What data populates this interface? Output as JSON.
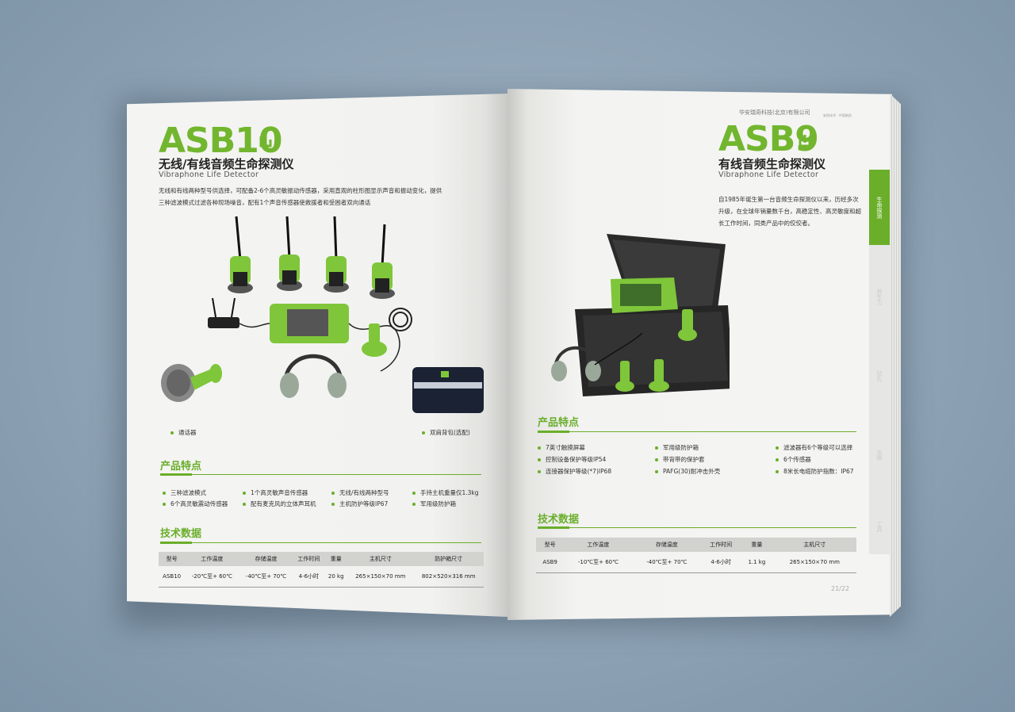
{
  "left": {
    "model": "ASB10",
    "title_cn": "无线/有线音频生命探测仪",
    "title_en": "Vibraphone Life Detector",
    "description_1": "无线和有线两种型号供选择，可配备2-6个高灵敏振动传感器，采用直观的柱形图显示声音和振动变化，提供",
    "description_2": "三种滤波模式过滤各种现场噪音，配有1个声音传感器使救援者和受困者双向通话",
    "captions": {
      "handset": "通话器",
      "backpack": "双肩背包(选配)"
    },
    "features_title": "产品特点",
    "features": [
      "三种滤波模式",
      "6个高灵敏震动传感器",
      "1个高灵敏声音传感器",
      "配有麦克风的立体声耳机",
      "无线/有线两种型号",
      "主机防护等级IP67",
      "手持主机重量仅1.3kg",
      "军用级防护箱"
    ],
    "specs_title": "技术数据",
    "spec_headers": [
      "型号",
      "工作温度",
      "存储温度",
      "工作时间",
      "重量",
      "主机尺寸",
      "防护箱尺寸"
    ],
    "spec_row": [
      "ASB10",
      "-20℃至+ 60℃",
      "-40℃至+ 70℃",
      "4-6小时",
      "20 kg",
      "265×150×70 mm",
      "802×520×316 mm"
    ]
  },
  "right": {
    "company": "华安瑞奇科技(北京)有限公司",
    "company_tag": "安防技术 · 中国制造",
    "model": "ASB9",
    "title_cn": "有线音频生命探测仪",
    "title_en": "Vibraphone Life Detector",
    "description": [
      "自1985年诞生第一台音频生命探测仪以来，历经多次",
      "升级，在全球年销量数千台，高稳定性、高灵敏度和超",
      "长工作时间，同类产品中的佼佼者。"
    ],
    "features_title": "产品特点",
    "features": [
      "7英寸触摸屏幕",
      "控制设备保护等级IP54",
      "连接器保护等级(*7)IP68",
      "军用级防护箱",
      "带背带的保护套",
      "PAFG(30)耐冲击外壳",
      "滤波器有6个等级可以选择",
      "6个传感器",
      "8米长电缆防护指数：IP67"
    ],
    "specs_title": "技术数据",
    "spec_headers": [
      "型号",
      "工作温度",
      "存储温度",
      "工作时间",
      "重量",
      "主机尺寸"
    ],
    "spec_row": [
      "ASB9",
      "-10℃至+ 60℃",
      "-40℃至+ 70℃",
      "4-6小时",
      "1.1 kg",
      "265×150×70 mm"
    ],
    "page_number": "21/22",
    "side_tabs": [
      "生命探测",
      "救生力",
      "钻孔",
      "支撑",
      "工具"
    ]
  },
  "colors": {
    "accent": "#72b62f",
    "background": "#8ea3b5"
  },
  "icons": [
    "logo-icon"
  ]
}
